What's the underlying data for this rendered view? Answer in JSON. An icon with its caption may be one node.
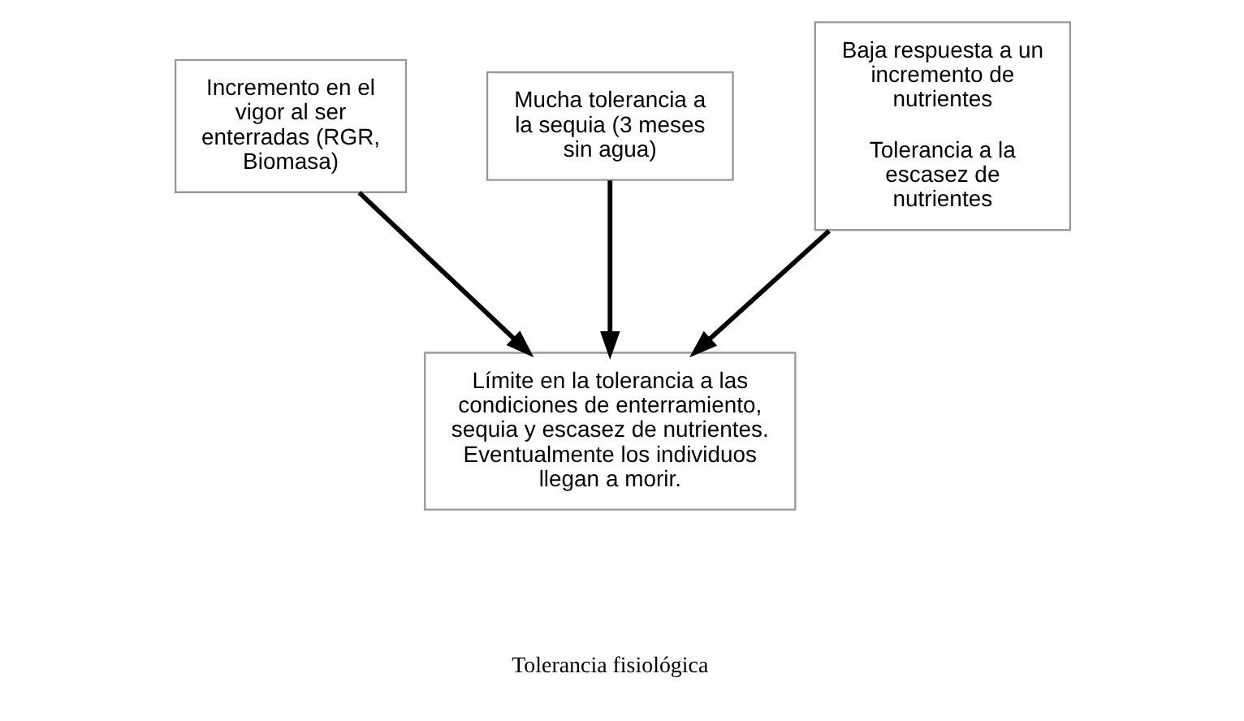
{
  "diagram": {
    "nodes": [
      {
        "text": [
          "Incremento en el vigor al ser enterradas (RGR, Biomasa)"
        ]
      },
      {
        "text": [
          "Mucha tolerancia a la sequia (3 meses sin agua)"
        ]
      },
      {
        "text": [
          "Baja respuesta a un incremento de nutrientes",
          "Tolerancia a la escasez de nutrientes"
        ]
      },
      {
        "text": [
          "Límite en la tolerancia a las condiciones de enterramiento, sequia y escasez de nutrientes. Eventualmente los individuos llegan a morir."
        ]
      }
    ],
    "edges": [
      {
        "from": 0,
        "to": 3,
        "arrow": "to"
      },
      {
        "from": 1,
        "to": 3,
        "arrow": "to"
      },
      {
        "from": 2,
        "to": 3,
        "arrow": "to"
      }
    ],
    "labels": [
      "Tolerancia fisiológica"
    ]
  }
}
